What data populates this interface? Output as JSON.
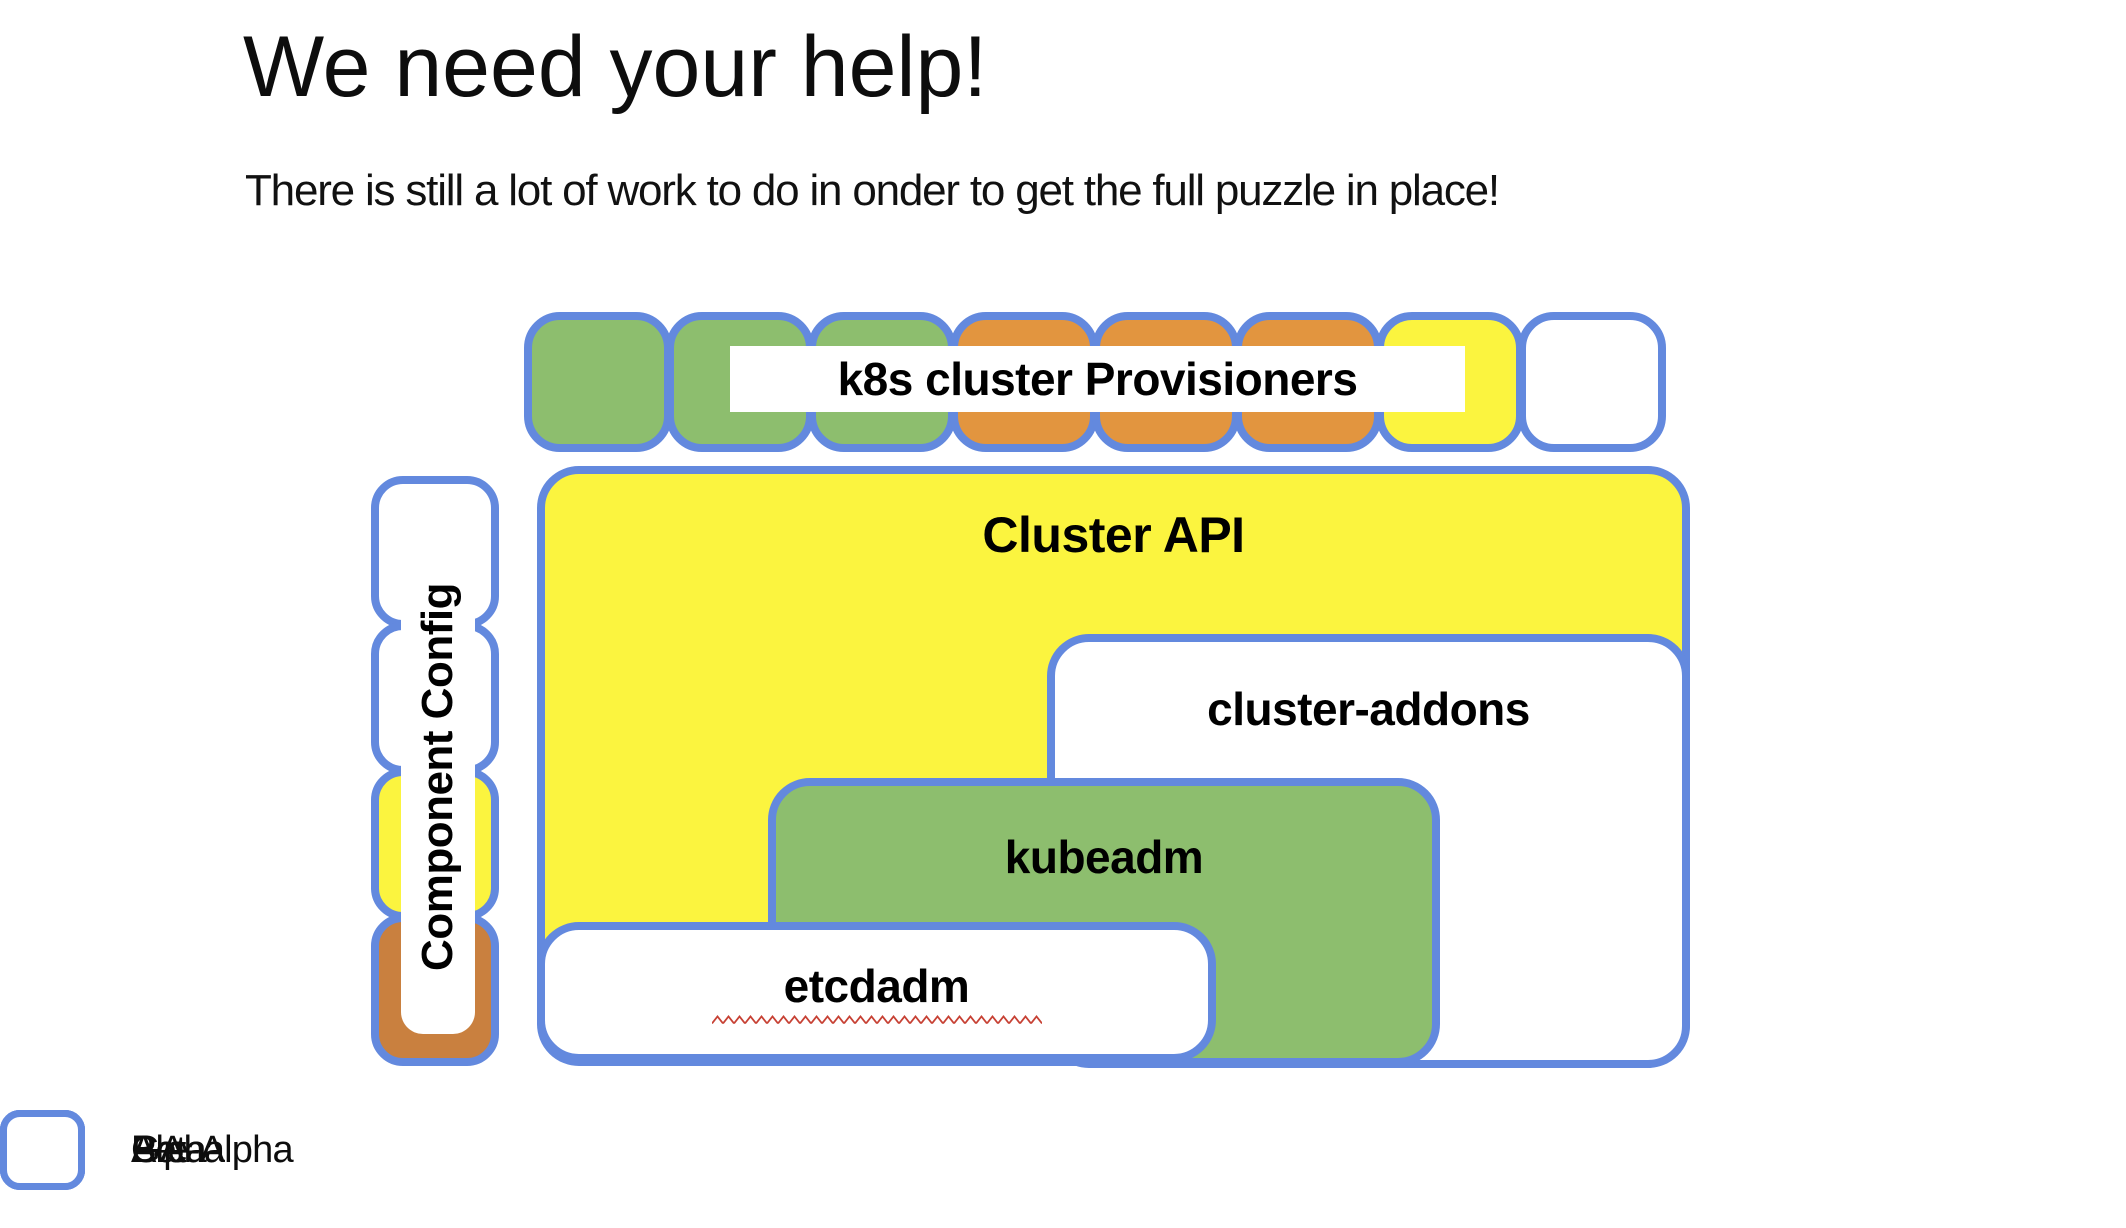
{
  "slide": {
    "title": "We need your help!",
    "subtitle": "There is still a lot of work to do in onder to get the full puzzle in place!"
  },
  "colors": {
    "border": "#6389DE",
    "ga": "#8DBE6E",
    "beta": "#E2953F",
    "beta_dark": "#C9803F",
    "alpha": "#FBF43F",
    "prealpha": "#FFFFFF",
    "squiggle": "#C74134"
  },
  "diagram": {
    "provisioners": {
      "label": "k8s cluster Provisioners",
      "squares": [
        "ga",
        "ga",
        "ga",
        "beta",
        "beta",
        "beta",
        "alpha",
        "prealpha"
      ]
    },
    "component_config": {
      "label": "Component Config",
      "squares": [
        "prealpha",
        "prealpha",
        "alpha",
        "beta"
      ]
    },
    "cluster_api": {
      "label": "Cluster API",
      "status": "alpha"
    },
    "cluster_addons": {
      "label": "cluster-addons",
      "status": "prealpha"
    },
    "kubeadm": {
      "label": "kubeadm",
      "status": "ga"
    },
    "etcdadm": {
      "label": "etcdadm",
      "status": "prealpha",
      "spellcheck_underline": true
    }
  },
  "legend": {
    "items": [
      {
        "label": "GA",
        "status": "ga"
      },
      {
        "label": "Beta",
        "status": "beta"
      },
      {
        "label": "Alpha",
        "status": "alpha"
      },
      {
        "label": "Pre-Alpha",
        "status": "prealpha"
      }
    ]
  }
}
